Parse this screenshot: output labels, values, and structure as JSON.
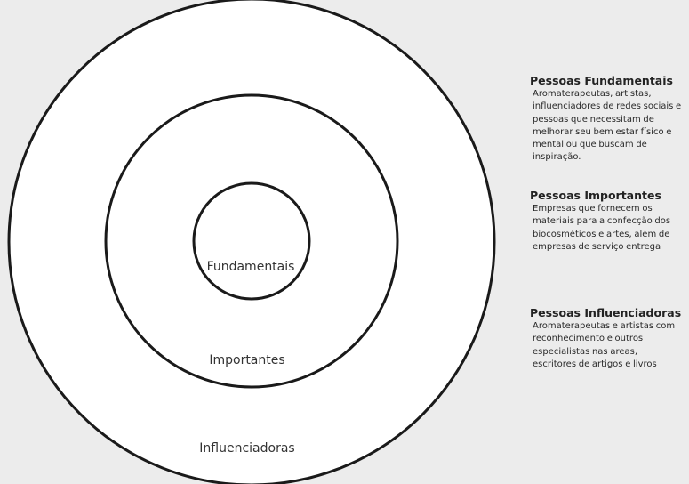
{
  "rings": {
    "outer_label": "Influenciadoras",
    "middle_label": "Importantes",
    "inner_label": "Fundamentais"
  },
  "legend": [
    {
      "title": "Pessoas Fundamentais",
      "description": "Aromaterapeutas, artistas, influenciadores de redes sociais e pessoas que necessitam de melhorar seu bem estar físico e mental ou que buscam de inspiração."
    },
    {
      "title": "Pessoas Importantes",
      "description": "Empresas que fornecem os materiais para a confecção dos biocosméticos e artes, além de empresas de serviço entrega"
    },
    {
      "title": "Pessoas Influenciadoras",
      "description": "Aromaterapeutas e artistas com reconhecimento e outros especialistas nas areas, escritores de artigos e livros"
    }
  ],
  "colors": {
    "background": "#ececec",
    "circle_fill": "#ffffff",
    "circle_stroke": "#1a1a1a"
  }
}
